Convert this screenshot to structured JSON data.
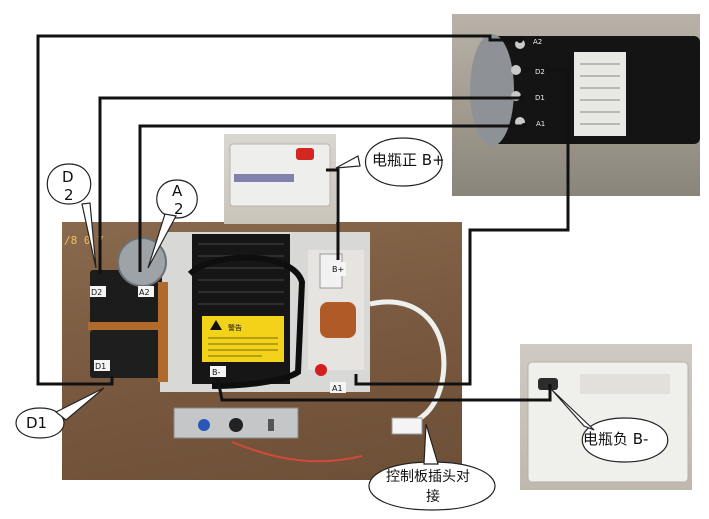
{
  "callouts": {
    "d2": {
      "line1": "D",
      "line2": "2"
    },
    "a2": {
      "line1": "A",
      "line2": "2"
    },
    "d1": "D1",
    "battery_positive": "电瓶正 B+",
    "battery_negative": "电瓶负 B-",
    "control_plug": {
      "line1": "控制板插头对",
      "line2": "接"
    }
  },
  "terminals": {
    "board_d2": "D2",
    "board_a2": "A2",
    "board_d1": "D1",
    "board_b_minus": "B-",
    "board_a1": "A1",
    "contactor_b_plus": "B+",
    "motor_a2": "A2",
    "motor_d1": "D1",
    "motor_d2": "D2",
    "motor_a1": "A1"
  },
  "warning_label": {
    "title": "警告"
  },
  "photo_stamp": "/8 0.7",
  "colors": {
    "wire": "#111111",
    "warning_yellow": "#f3d21a",
    "board_wood": "#7a5a40",
    "motor_body": "#151515",
    "copper": "#b06a2c"
  }
}
